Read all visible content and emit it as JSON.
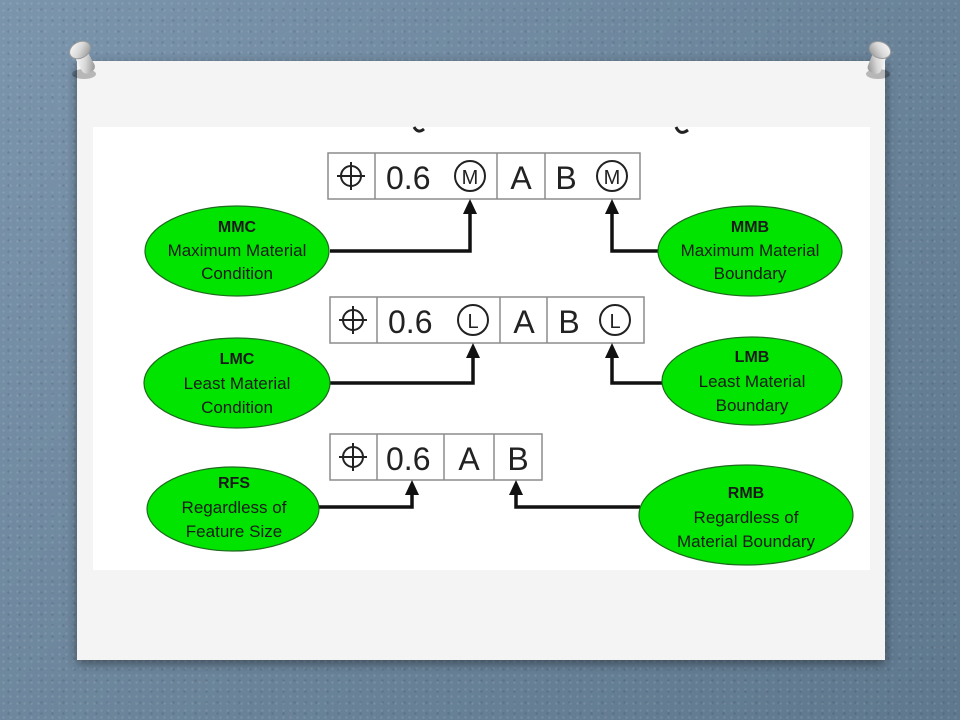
{
  "colors": {
    "ellipse_fill": "#00e400",
    "frame_stroke": "#8c8c8c",
    "slide_background": "#f4f4f4",
    "desktop_background": "#6f8aa3"
  },
  "frames": [
    {
      "tolerance": "0.6",
      "tolerance_modifier": "M",
      "datum_a": "A",
      "datum_b": "B",
      "datum_modifier": "M"
    },
    {
      "tolerance": "0.6",
      "tolerance_modifier": "L",
      "datum_a": "A",
      "datum_b": "B",
      "datum_modifier": "L"
    },
    {
      "tolerance": "0.6",
      "datum_a": "A",
      "datum_b": "B"
    }
  ],
  "labels": {
    "mmc": {
      "abbr": "MMC",
      "line1": "Maximum Material",
      "line2": "Condition"
    },
    "mmb": {
      "abbr": "MMB",
      "line1": "Maximum Material",
      "line2": "Boundary"
    },
    "lmc": {
      "abbr": "LMC",
      "line1": "Least Material",
      "line2": "Condition"
    },
    "lmb": {
      "abbr": "LMB",
      "line1": "Least Material",
      "line2": "Boundary"
    },
    "rfs": {
      "abbr": "RFS",
      "line1": "Regardless of",
      "line2": "Feature Size"
    },
    "rmb": {
      "abbr": "RMB",
      "line1": "Regardless of",
      "line2": "Material Boundary"
    }
  }
}
